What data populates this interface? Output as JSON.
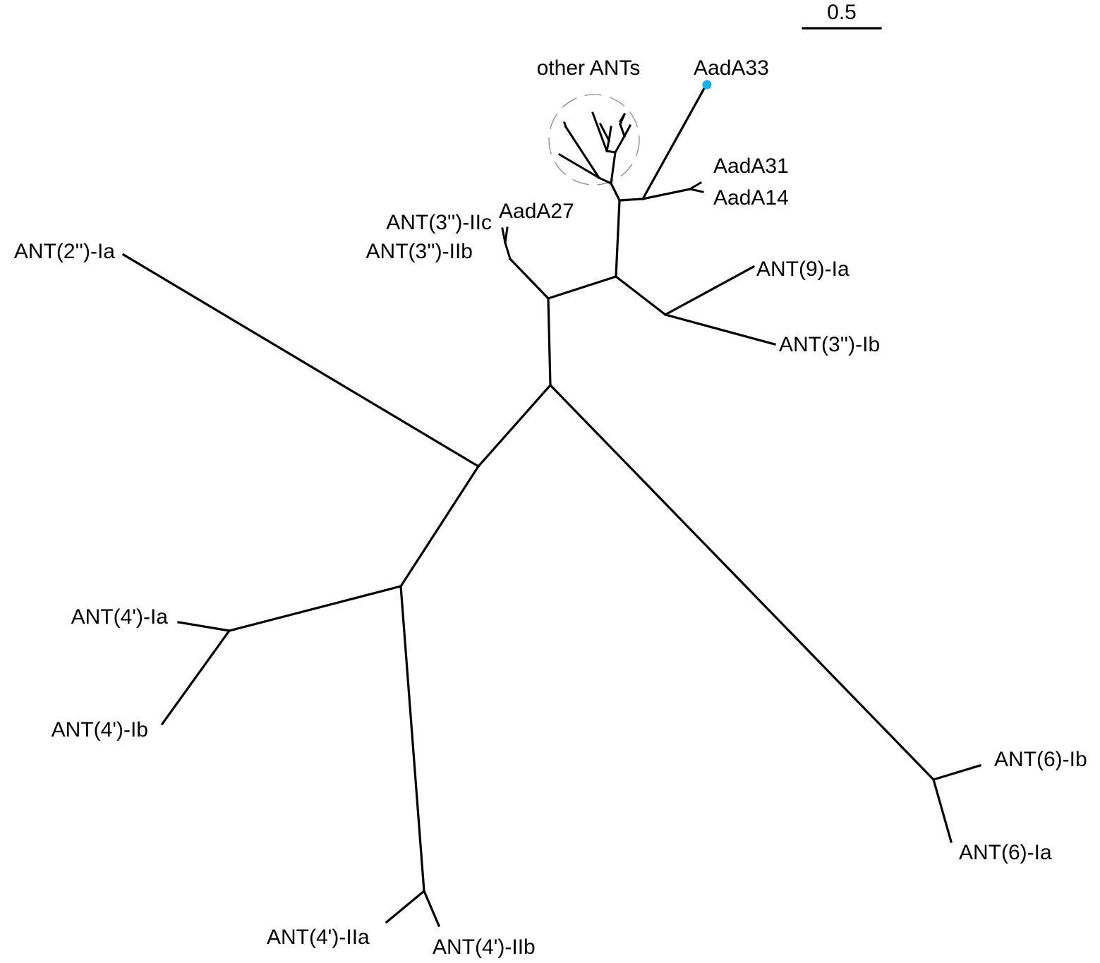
{
  "scale_bar": {
    "label": "0.5"
  },
  "group": {
    "label": "other ANTs"
  },
  "highlight": {
    "taxon": "AadA33",
    "color": "#1ab0e8"
  },
  "colors": {
    "branch": "#000000",
    "group_outline": "#8a8a8a"
  },
  "taxa": {
    "ant2_ia": "ANT(2'')-Ia",
    "ant3_iic": "ANT(3'')-IIc",
    "ant3_iib": "ANT(3'')-IIb",
    "aada27": "AadA27",
    "aada33": "AadA33",
    "aada31": "AadA31",
    "aada14": "AadA14",
    "ant9_ia": "ANT(9)-Ia",
    "ant3_ib": "ANT(3'')-Ib",
    "ant4_ia": "ANT(4')-Ia",
    "ant4_ib": "ANT(4')-Ib",
    "ant4_iia": "ANT(4')-IIa",
    "ant4_iib": "ANT(4')-IIb",
    "ant6_ib": "ANT(6)-Ib",
    "ant6_ia": "ANT(6)-Ia"
  }
}
